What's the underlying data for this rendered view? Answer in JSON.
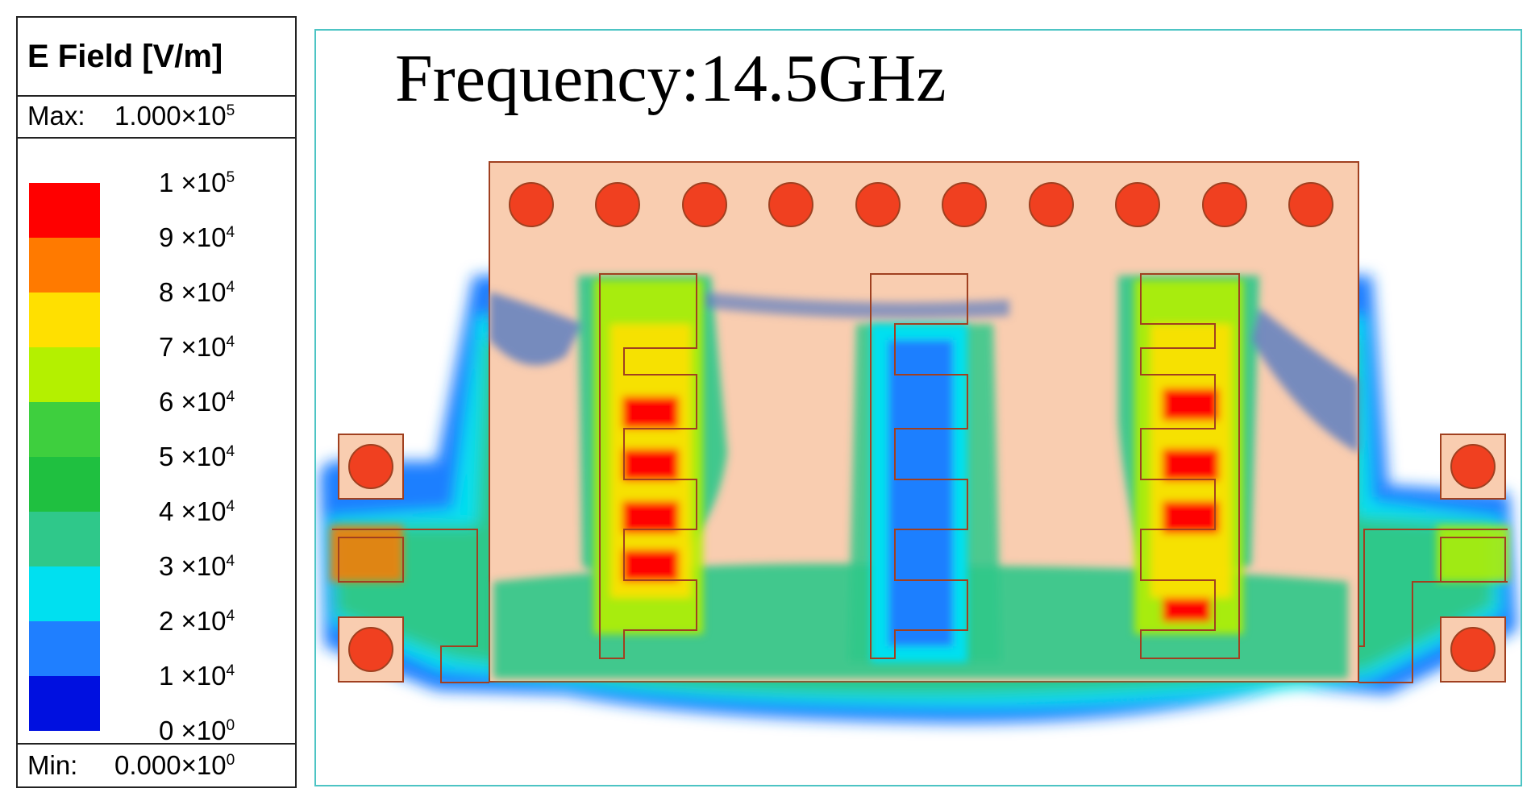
{
  "legend": {
    "title": "E Field [V/m]",
    "max_label": "Max:",
    "max_mantissa": "1.000×10",
    "max_exp": "5",
    "min_label": "Min:",
    "min_mantissa": "0.000×10",
    "min_exp": "0",
    "levels": [
      {
        "mantissa": "1 ×10",
        "exp": "5"
      },
      {
        "mantissa": "9 ×10",
        "exp": "4"
      },
      {
        "mantissa": "8 ×10",
        "exp": "4"
      },
      {
        "mantissa": "7 ×10",
        "exp": "4"
      },
      {
        "mantissa": "6 ×10",
        "exp": "4"
      },
      {
        "mantissa": "5 ×10",
        "exp": "4"
      },
      {
        "mantissa": "4 ×10",
        "exp": "4"
      },
      {
        "mantissa": "3 ×10",
        "exp": "4"
      },
      {
        "mantissa": "2 ×10",
        "exp": "4"
      },
      {
        "mantissa": "1 ×10",
        "exp": "4"
      },
      {
        "mantissa": "0 ×10",
        "exp": "0"
      }
    ],
    "colors": [
      "#ff0000",
      "#ff7a00",
      "#ffe000",
      "#b4f000",
      "#3ecf3e",
      "#1fc040",
      "#2fc88a",
      "#00e0f0",
      "#1f7fff",
      "#0010e0"
    ]
  },
  "plot": {
    "frequency_label": "Frequency:14.5GHz",
    "substrate_color": "#f9cdb0",
    "outline_color": "#a04020",
    "via_color": "#f04020",
    "border_color": "#4dc4c4"
  }
}
